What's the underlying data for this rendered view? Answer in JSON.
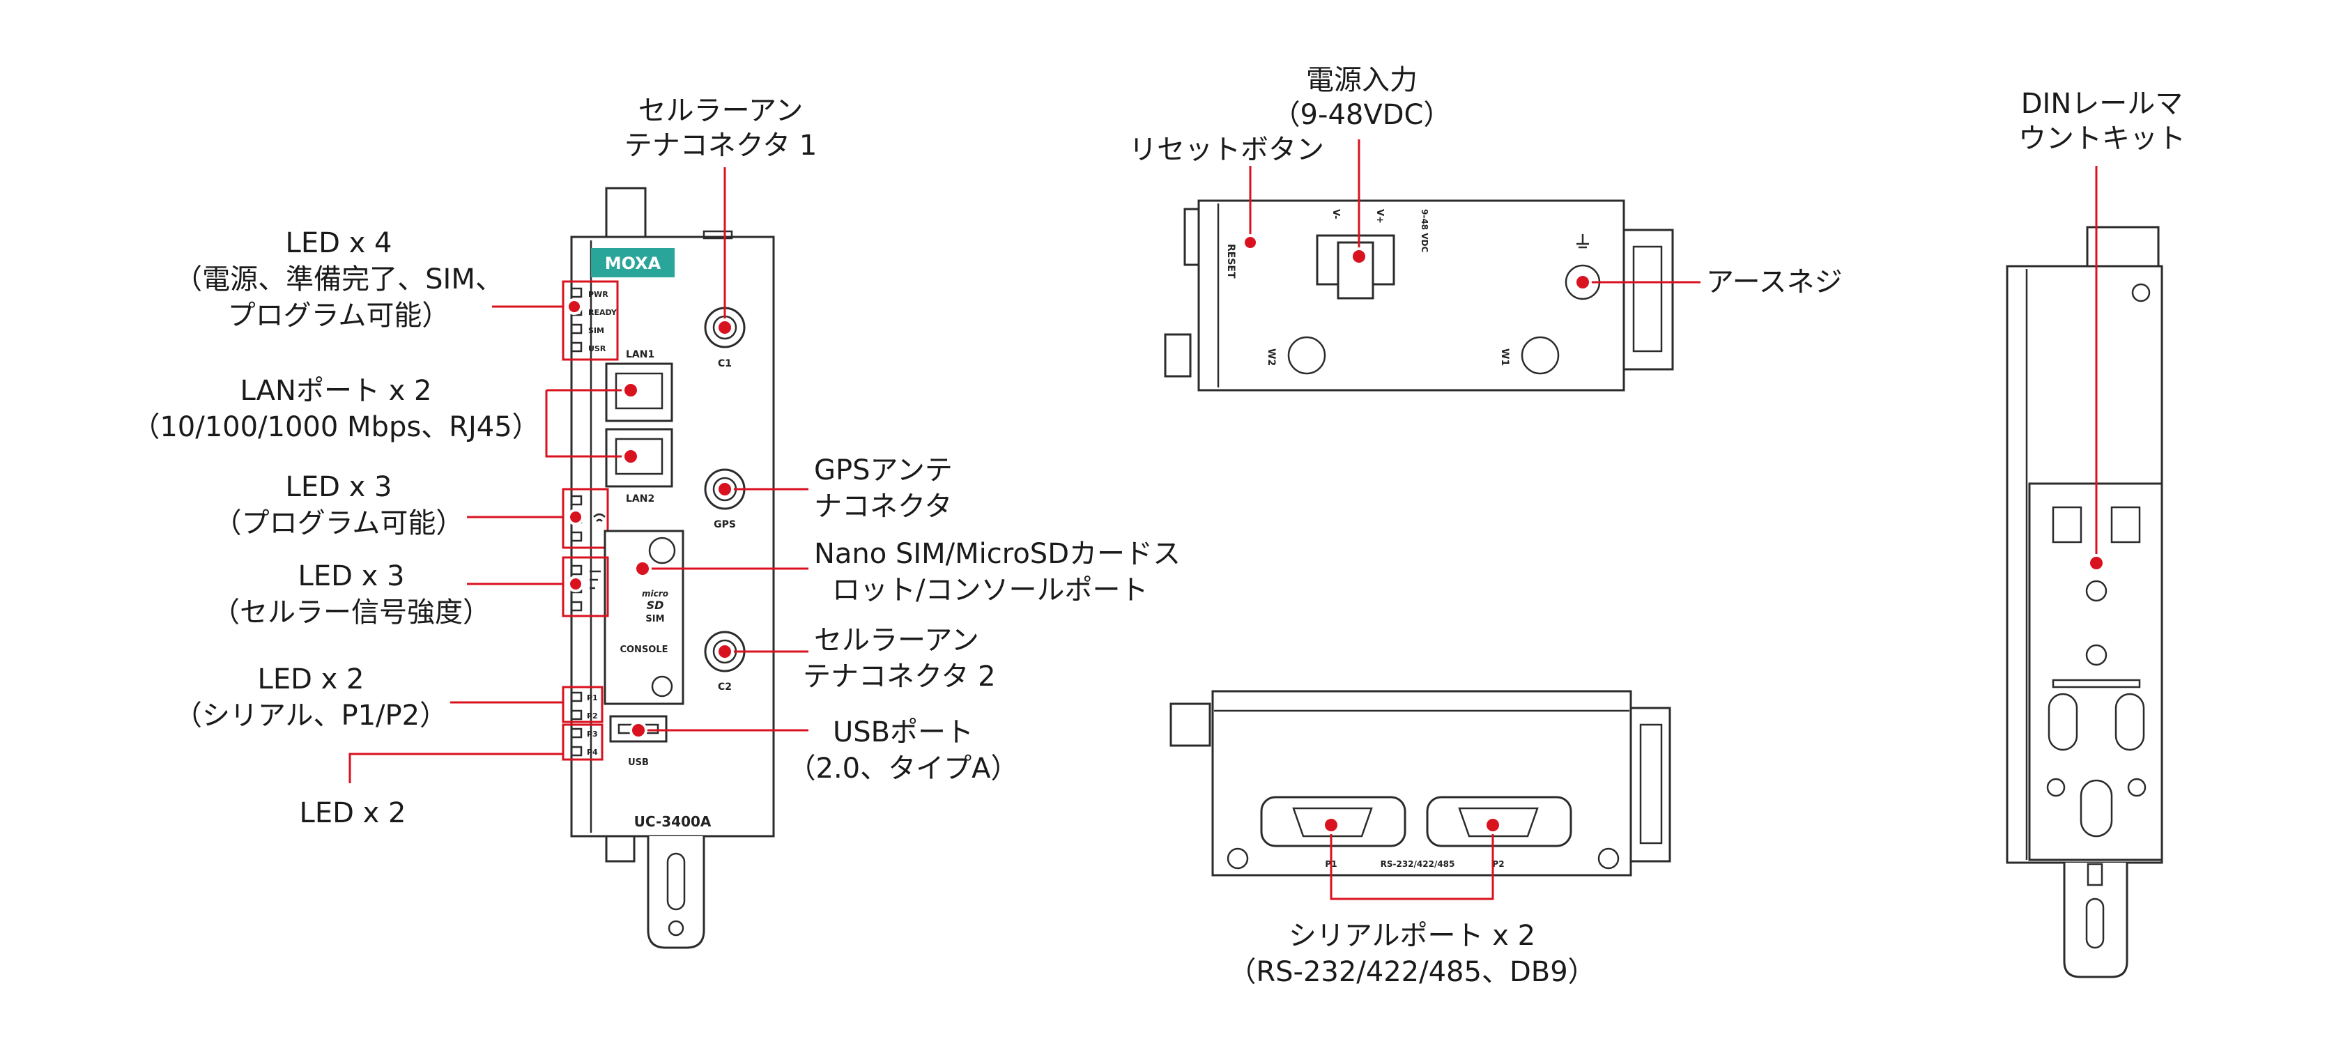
{
  "colors": {
    "accent": "#d9121f",
    "brand": "#2aa59a",
    "outline": "#2b2b2b"
  },
  "device": {
    "model": "UC-3400A",
    "brand_logo": "MOXA",
    "front": {
      "led_labels": [
        "PWR",
        "READY",
        "SIM",
        "USR"
      ],
      "port_labels": {
        "lan1": "LAN1",
        "lan2": "LAN2",
        "c1": "C1",
        "gps": "GPS",
        "c2": "C2",
        "usb": "USB",
        "console": "CONSOLE",
        "sim": "SIM",
        "micro": "micro",
        "sd": "SD"
      },
      "serial_leds": [
        "P1",
        "P2",
        "P3",
        "P4"
      ]
    },
    "top": {
      "reset": "RESET",
      "v_minus": "V-",
      "v_plus": "V+",
      "vdc": "9-48 VDC",
      "w1": "W1",
      "w2": "W2"
    },
    "bottom": {
      "p1": "P1",
      "p2": "P2",
      "rs": "RS-232/422/485"
    }
  },
  "callouts": {
    "cell_antenna_1": [
      "セルラーアン",
      "テナコネクタ 1"
    ],
    "led4": [
      "LED x 4",
      "（電源、準備完了、SIM、",
      "プログラム可能）"
    ],
    "lan": [
      "LANポート x 2",
      "（10/100/1000 Mbps、RJ45）"
    ],
    "led3_prog": [
      "LED x 3",
      "（プログラム可能）"
    ],
    "led3_cell": [
      "LED x 3",
      "（セルラー信号強度）"
    ],
    "led2_serial": [
      "LED x 2",
      "（シリアル、P1/P2）"
    ],
    "led2": [
      "LED x 2"
    ],
    "gps": [
      "GPSアンテ",
      "ナコネクタ"
    ],
    "sim_slot": [
      "Nano SIM/MicroSDカードス",
      "ロット/コンソールポート"
    ],
    "cell_antenna_2": [
      "セルラーアン",
      "テナコネクタ 2"
    ],
    "usb": [
      "USBポート",
      "（2.0、タイプA）"
    ],
    "power": [
      "電源入力",
      "（9-48VDC）"
    ],
    "reset": [
      "リセットボタン"
    ],
    "ground": [
      "アースネジ"
    ],
    "serial": [
      "シリアルポート x 2",
      "（RS-232/422/485、DB9）"
    ],
    "din": [
      "DINレールマ",
      "ウントキット"
    ]
  }
}
